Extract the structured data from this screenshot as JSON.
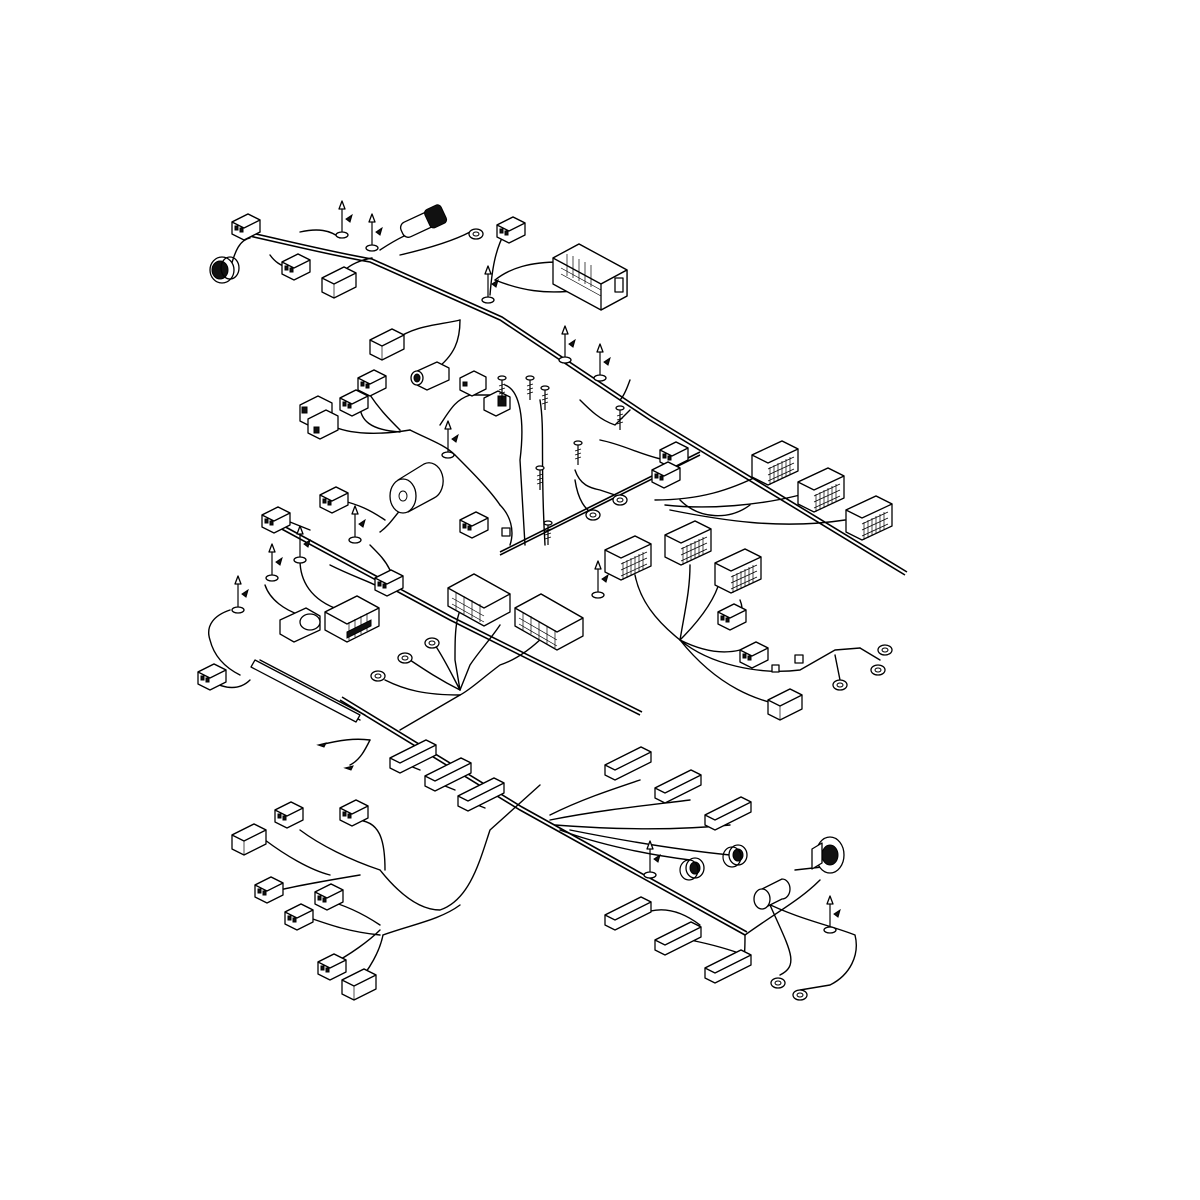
{
  "diagram": {
    "kind": "wiring-harness-exploded-view",
    "colors": {
      "line": "#000000",
      "background": "#ffffff",
      "fill": "#ffffff",
      "dark_fill": "#111111"
    },
    "components": {
      "connectors": 44,
      "cable_ties": 20,
      "ring_terminals": 11,
      "ecu_modules": 1,
      "fuse_blocks": 2,
      "relays": 6,
      "grommets": 3
    }
  }
}
